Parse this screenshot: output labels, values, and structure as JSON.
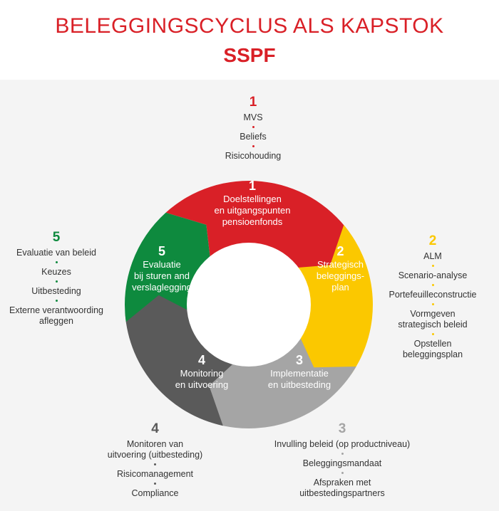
{
  "title": "BELEGGINGSCYCLUS ALS KAPSTOK",
  "subtitle": "SSPF",
  "colors": {
    "red": "#d92027",
    "yellow": "#fbc800",
    "lightgray": "#a5a5a5",
    "darkgray": "#5a5a5a",
    "green": "#0e8a3e"
  },
  "segments": [
    {
      "number": "1",
      "lines": [
        "Doelstellingen",
        "en uitgangspunten",
        "pensioenfonds"
      ]
    },
    {
      "number": "2",
      "lines": [
        "Strategisch",
        "beleggings-",
        "plan"
      ]
    },
    {
      "number": "3",
      "lines": [
        "Implementatie",
        "en uitbesteding"
      ]
    },
    {
      "number": "4",
      "lines": [
        "Monitoring",
        "en uitvoering"
      ]
    },
    {
      "number": "5",
      "lines": [
        "Evaluatie",
        "bij sturen and",
        "verslaglegging"
      ]
    }
  ],
  "lists": [
    {
      "number": "1",
      "items": [
        "MVS",
        "Beliefs",
        "Risicohouding"
      ]
    },
    {
      "number": "2",
      "items": [
        "ALM",
        "Scenario-analyse",
        "Portefeuilleconstructie",
        "Vormgeven\nstrategisch beleid",
        "Opstellen\nbeleggingsplan"
      ]
    },
    {
      "number": "3",
      "items": [
        "Invulling beleid (op productniveau)",
        "Beleggingsmandaat",
        "Afspraken met\nuitbestedingspartners"
      ]
    },
    {
      "number": "4",
      "items": [
        "Monitoren van\nuitvoering (uitbesteding)",
        "Risicomanagement",
        "Compliance"
      ]
    },
    {
      "number": "5",
      "items": [
        "Evaluatie van beleid",
        "Keuzes",
        "Uitbesteding",
        "Externe verantwoording\nafleggen"
      ]
    }
  ]
}
